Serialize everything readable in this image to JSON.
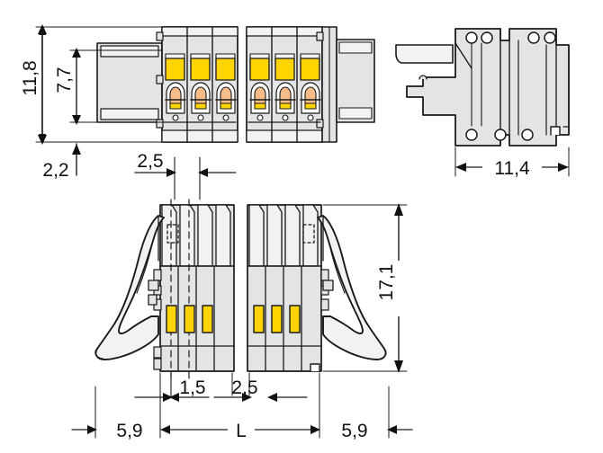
{
  "drawing": {
    "title": "Connector dimensional drawing",
    "background_color": "#ffffff",
    "line_color": "#1a1a1a",
    "body_fill": "#e3e4e6",
    "body_fill_light": "#f1f2f3",
    "accent_yellow": "#ffd400",
    "accent_orange": "#f7bc8a",
    "poles": 3
  },
  "views": {
    "front": {
      "name": "front-view",
      "label": ""
    },
    "side": {
      "name": "side-view",
      "label": ""
    },
    "plan": {
      "name": "plan-view",
      "label": ""
    }
  },
  "dimensions": {
    "height_overall": {
      "value": "11,8",
      "orientation": "vertical",
      "view": "front"
    },
    "height_inner": {
      "value": "7,7",
      "orientation": "vertical",
      "view": "front"
    },
    "offset_bottom": {
      "value": "2,2",
      "orientation": "horizontal",
      "view": "front"
    },
    "pitch_top": {
      "value": "2,5",
      "orientation": "horizontal",
      "view": "front"
    },
    "depth_side": {
      "value": "11,4",
      "orientation": "horizontal",
      "view": "side"
    },
    "height_plan": {
      "value": "17,1",
      "orientation": "vertical",
      "view": "plan"
    },
    "contact_width": {
      "value": "1,5",
      "orientation": "horizontal",
      "view": "plan"
    },
    "pitch_plan": {
      "value": "2,5",
      "orientation": "horizontal",
      "view": "plan"
    },
    "edge_left": {
      "value": "5,9",
      "orientation": "horizontal",
      "view": "plan"
    },
    "edge_right": {
      "value": "5,9",
      "orientation": "horizontal",
      "view": "plan"
    },
    "length_total": {
      "value": "L",
      "orientation": "horizontal",
      "view": "plan"
    }
  }
}
